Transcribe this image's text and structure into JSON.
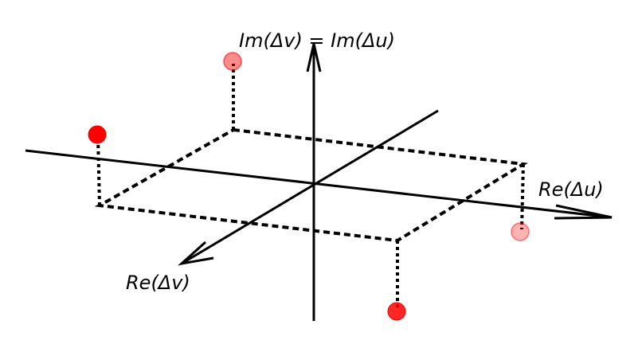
{
  "labels": {
    "vertical_axis": "Im(Δv) = Im(Δu)",
    "horizontal_axis": "Re(Δu)",
    "depth_axis": "Re(Δv)"
  },
  "points": [
    {
      "name": "point-upper-left",
      "color": "#ff0000",
      "opacity": 1.0
    },
    {
      "name": "point-back-top",
      "color": "#ff0000",
      "opacity": 0.4
    },
    {
      "name": "point-right",
      "color": "#ff0000",
      "opacity": 0.3
    },
    {
      "name": "point-bottom",
      "color": "#ff0000",
      "opacity": 0.85
    }
  ],
  "colors": {
    "lines": "#000000",
    "points": "#ff0000",
    "background": "#ffffff"
  }
}
